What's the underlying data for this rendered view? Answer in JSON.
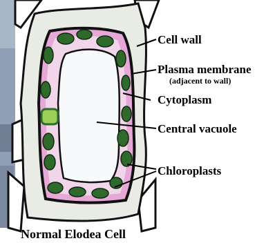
{
  "figure": {
    "caption": "Normal Elodea Cell",
    "labels": {
      "cell_wall": "Cell wall",
      "plasma_membrane": "Plasma membrane",
      "plasma_membrane_note": "(adjacent to wall)",
      "cytoplasm": "Cytoplasm",
      "central_vacuole": "Central vacuole",
      "chloroplasts": "Chloroplasts"
    },
    "colors": {
      "cell_wall": "#e9ece4",
      "wall_outline": "#111111",
      "cytoplasm": "#e6a8d6",
      "membrane": "#f1d5ea",
      "vacuole": "#f7f9fb",
      "chloroplast": "#2f6a2c",
      "chloroplast_light": "#9ccf58",
      "background_left": "#8fa0b6"
    },
    "icons": [
      "chloroplast-shape",
      "neighbor-cell-shape"
    ]
  }
}
